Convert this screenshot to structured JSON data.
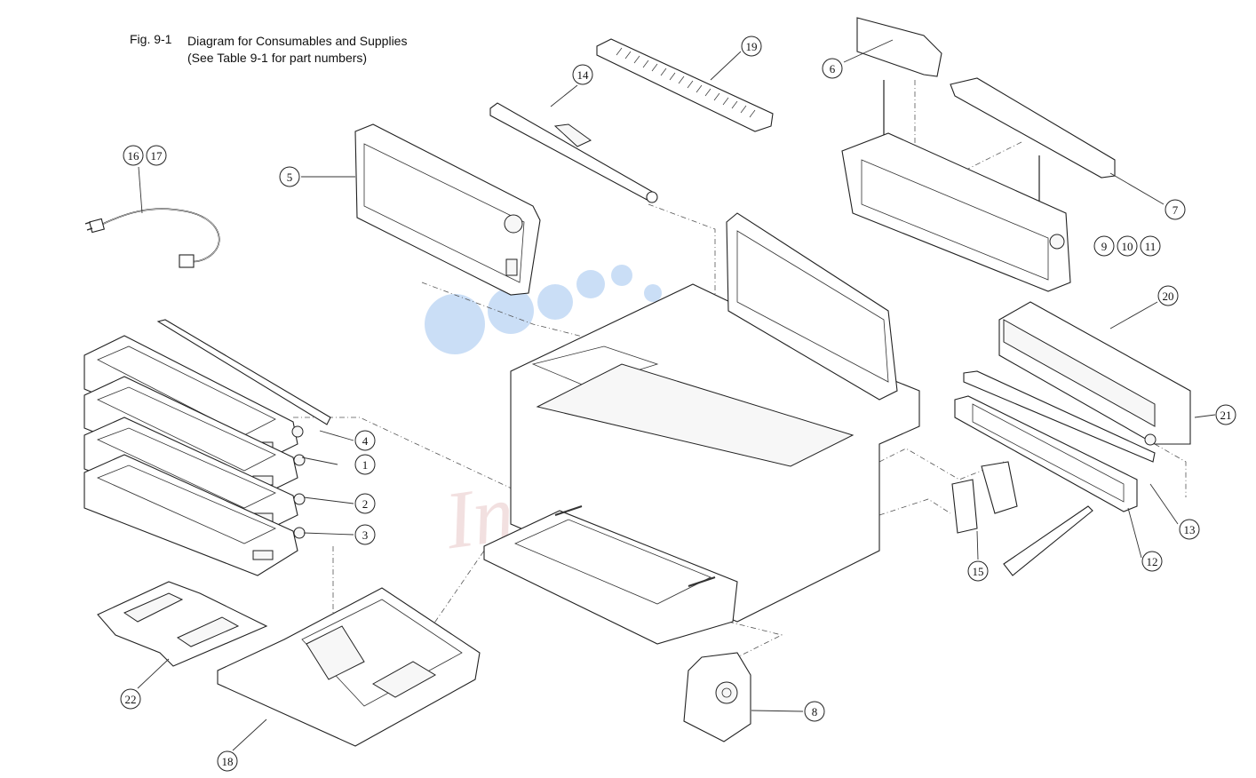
{
  "figure": {
    "label": "Fig. 9-1",
    "title_line1": "Diagram for Consumables and Supplies",
    "title_line2": "(See Table 9-1 for part numbers)"
  },
  "callouts": [
    {
      "id": "c1",
      "text": "1"
    },
    {
      "id": "c2",
      "text": "2"
    },
    {
      "id": "c3",
      "text": "3"
    },
    {
      "id": "c4",
      "text": "4"
    },
    {
      "id": "c5",
      "text": "5"
    },
    {
      "id": "c6",
      "text": "6"
    },
    {
      "id": "c7",
      "text": "7"
    },
    {
      "id": "c8",
      "text": "8"
    },
    {
      "id": "c9",
      "text": "9"
    },
    {
      "id": "c10",
      "text": "10"
    },
    {
      "id": "c11",
      "text": "11"
    },
    {
      "id": "c12",
      "text": "12"
    },
    {
      "id": "c13",
      "text": "13"
    },
    {
      "id": "c14",
      "text": "14"
    },
    {
      "id": "c15",
      "text": "15"
    },
    {
      "id": "c16",
      "text": "16"
    },
    {
      "id": "c17",
      "text": "17"
    },
    {
      "id": "c18",
      "text": "18"
    },
    {
      "id": "c19",
      "text": "19"
    },
    {
      "id": "c20",
      "text": "20"
    },
    {
      "id": "c21",
      "text": "21"
    },
    {
      "id": "c22",
      "text": "22"
    }
  ],
  "watermark": {
    "text": "InkMarket",
    "dot_colors": [
      "#9ec3ee",
      "#f5c98f"
    ]
  }
}
